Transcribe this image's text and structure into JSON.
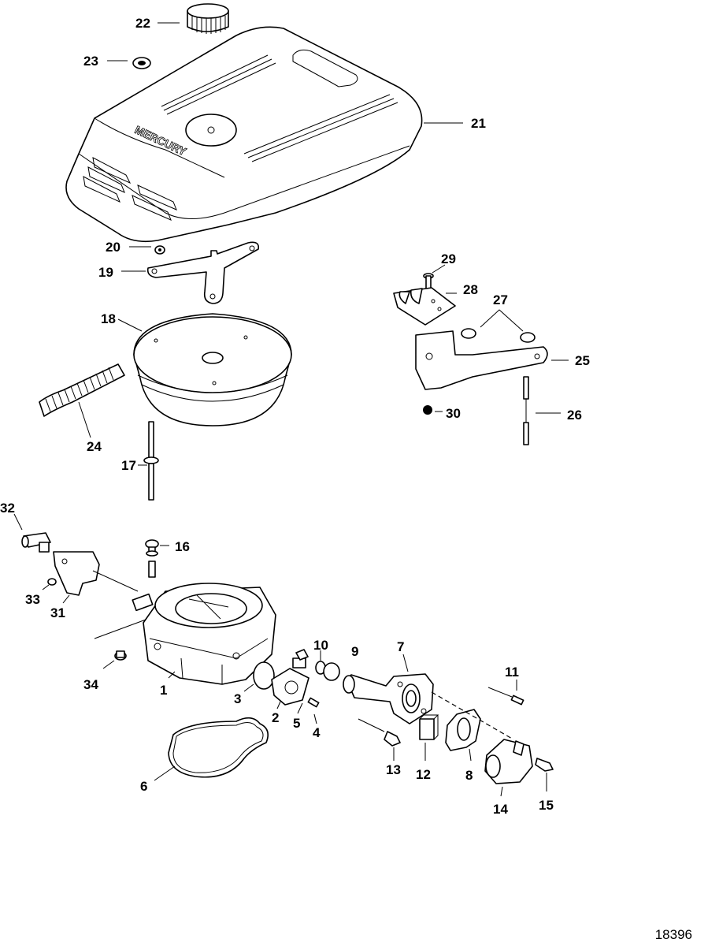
{
  "figure_ref": "18396",
  "callouts": {
    "c1": "1",
    "c2": "2",
    "c3": "3",
    "c4": "4",
    "c5": "5",
    "c6": "6",
    "c7": "7",
    "c8": "8",
    "c9": "9",
    "c10": "10",
    "c11": "11",
    "c12": "12",
    "c13": "13",
    "c14": "14",
    "c15": "15",
    "c16": "16",
    "c17": "17",
    "c18": "18",
    "c19": "19",
    "c20": "20",
    "c21": "21",
    "c22": "22",
    "c23": "23",
    "c24": "24",
    "c25": "25",
    "c26": "26",
    "c27": "27",
    "c28": "28",
    "c29": "29",
    "c30": "30",
    "c31": "31",
    "c32": "32",
    "c33": "33",
    "c34": "34"
  },
  "cover_logo": "MERCURY"
}
